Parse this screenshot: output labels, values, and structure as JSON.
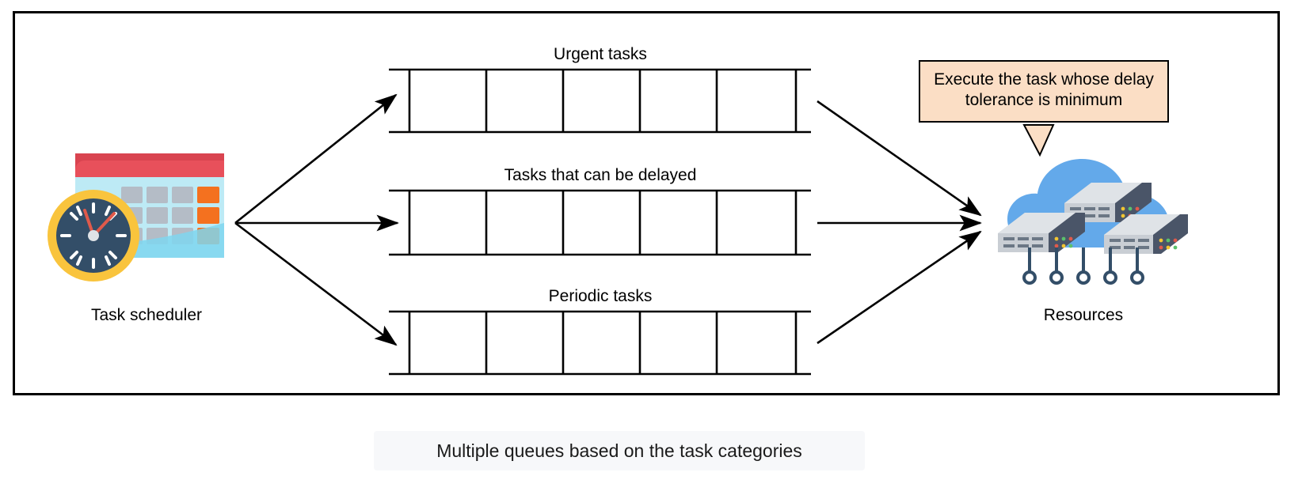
{
  "diagram": {
    "caption": "Multiple queues based on the task categories",
    "scheduler": {
      "label": "Task scheduler",
      "icon": "calendar-clock-icon"
    },
    "resources": {
      "label": "Resources",
      "icon": "cloud-servers-icon"
    },
    "callout": {
      "text": "Execute the task whose delay tolerance is minimum",
      "background": "#fbdec5",
      "border": "#000000"
    },
    "queues": [
      {
        "label": "Urgent tasks",
        "cells": 5
      },
      {
        "label": "Tasks that can be delayed",
        "cells": 5
      },
      {
        "label": "Periodic tasks",
        "cells": 5
      }
    ],
    "colors": {
      "frame_border": "#000000",
      "arrow": "#000000",
      "cloud": "#63a9ea",
      "cloud_shade": "#4f9ae0",
      "server_body": "#c9ced4",
      "server_top": "#dfe3e7",
      "server_panel": "#4a5568",
      "calendar_header": "#e8505b",
      "calendar_body": "#bdeaf5",
      "calendar_accent": "#f4711f",
      "calendar_cell": "#b4bcc6",
      "clock_ring": "#f9c43d",
      "clock_face": "#334e68",
      "clock_hand": "#e05a4b",
      "caption_band": "#f7f8fa"
    }
  }
}
